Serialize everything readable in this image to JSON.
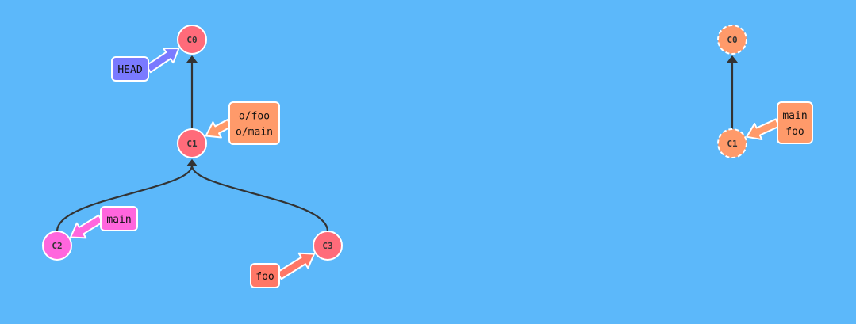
{
  "colors": {
    "background": "#5cb8fa",
    "edge": "#333333",
    "head": "#7a7aff",
    "main_local": "#ff66dd",
    "foo_local": "#ff7766",
    "tracking": "#ff9a6a",
    "commit_red": "#ff6b7a",
    "commit_pink": "#ff66dd",
    "commit_remote": "#ff9a6a"
  },
  "local_repo": {
    "commits": [
      {
        "id": "c0",
        "label": "C0",
        "color_key": "commit_red",
        "dashed": false
      },
      {
        "id": "c1",
        "label": "C1",
        "color_key": "commit_red",
        "dashed": false
      },
      {
        "id": "c2",
        "label": "C2",
        "color_key": "commit_pink",
        "dashed": false
      },
      {
        "id": "c3",
        "label": "C3",
        "color_key": "commit_red",
        "dashed": false
      }
    ],
    "edges": [
      {
        "from": "c1",
        "to": "c0"
      },
      {
        "from": "c2",
        "to": "c1"
      },
      {
        "from": "c3",
        "to": "c1"
      }
    ],
    "branches": [
      {
        "id": "head",
        "lines": [
          "HEAD"
        ],
        "color_key": "head",
        "target": "c0"
      },
      {
        "id": "tracking",
        "lines": [
          "o/foo",
          "o/main"
        ],
        "color_key": "tracking",
        "target": "c1"
      },
      {
        "id": "main",
        "lines": [
          "main"
        ],
        "color_key": "main_local",
        "target": "c2"
      },
      {
        "id": "foo",
        "lines": [
          "foo"
        ],
        "color_key": "foo_local",
        "target": "c3"
      }
    ]
  },
  "remote_repo": {
    "commits": [
      {
        "id": "r0",
        "label": "C0",
        "color_key": "commit_remote",
        "dashed": true
      },
      {
        "id": "r1",
        "label": "C1",
        "color_key": "commit_remote",
        "dashed": true
      }
    ],
    "edges": [
      {
        "from": "r1",
        "to": "r0"
      }
    ],
    "branches": [
      {
        "id": "remote-branches",
        "lines": [
          "main",
          "foo"
        ],
        "color_key": "tracking",
        "target": "r1"
      }
    ]
  }
}
